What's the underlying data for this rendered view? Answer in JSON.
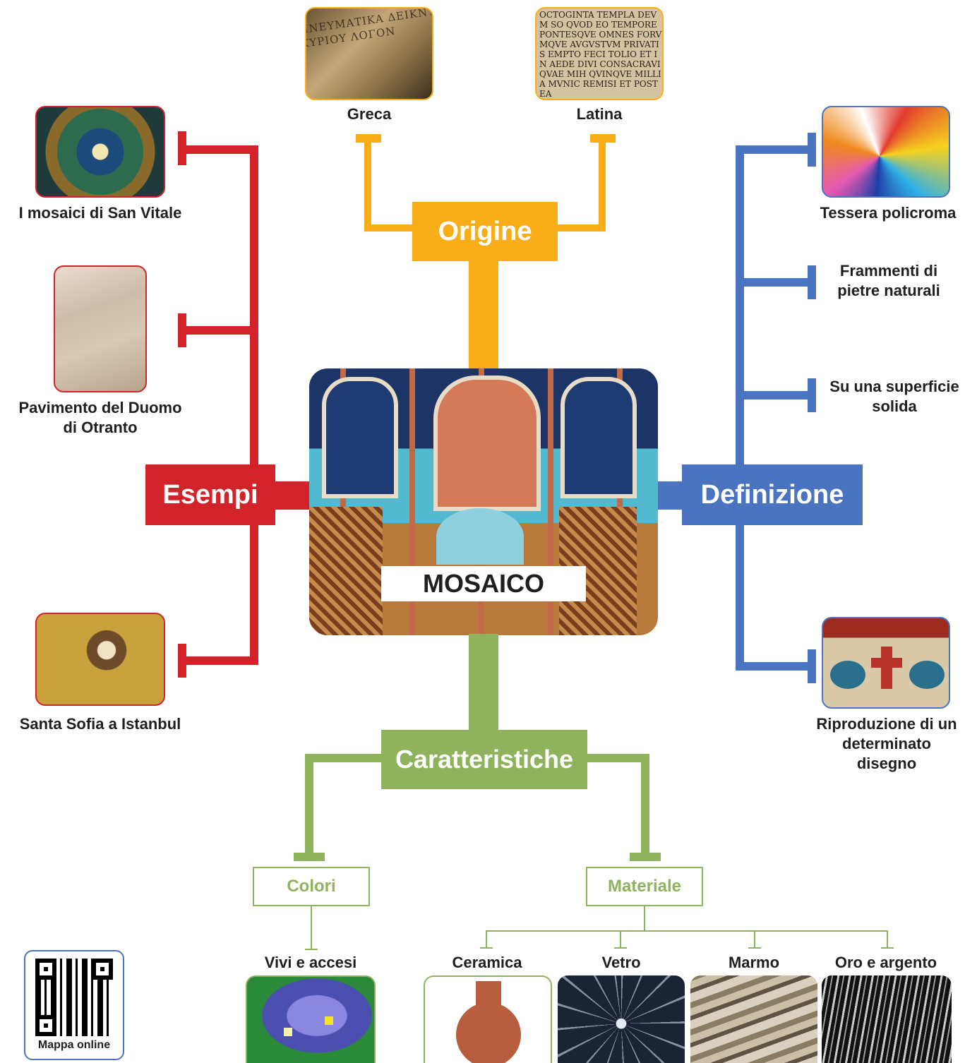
{
  "center": {
    "title": "MOSAICO"
  },
  "origine": {
    "title": "Origine",
    "items": [
      "Greca",
      "Latina"
    ]
  },
  "esempi": {
    "title": "Esempi",
    "items": [
      "I mosaici di San Vitale",
      "Pavimento del Duomo di Otranto",
      "Santa Sofia a Istanbul"
    ]
  },
  "definizione": {
    "title": "Definizione",
    "items": [
      "Tessera policroma",
      "Frammenti di pietre naturali",
      "Su una superficie solida",
      "Riproduzione di un determinato disegno"
    ]
  },
  "caratteristiche": {
    "title": "Caratteristiche",
    "colori": {
      "title": "Colori",
      "items": [
        "Vivi e accesi"
      ]
    },
    "materiale": {
      "title": "Materiale",
      "items": [
        "Ceramica",
        "Vetro",
        "Marmo",
        "Oro e argento"
      ]
    }
  },
  "qr": {
    "label": "Mappa online"
  },
  "images": {
    "greek_text": "ΠΝΕΥΜΑΤΙΚΑ ΔΕΙΚΝΥΣ ΚΥΡΙΟΥ ΛΟΓΟΝ",
    "latin_text": "OCTOGINTA TEMPLA DEVM SO QVOD EO TEMPORE PONTESQVE OMNES FORVMQVE AVGVSTVM PRIVATIS EMPTO FECI TOLIO ET IN AEDE DIVI CONSACRAVI QVAE MIH QVINQVE MILLIA MVNIC REMISI ET POSTEA"
  },
  "colors": {
    "red": "#d2232a",
    "blue": "#4a74c0",
    "orange": "#f8ad19",
    "green": "#8eb35c"
  }
}
